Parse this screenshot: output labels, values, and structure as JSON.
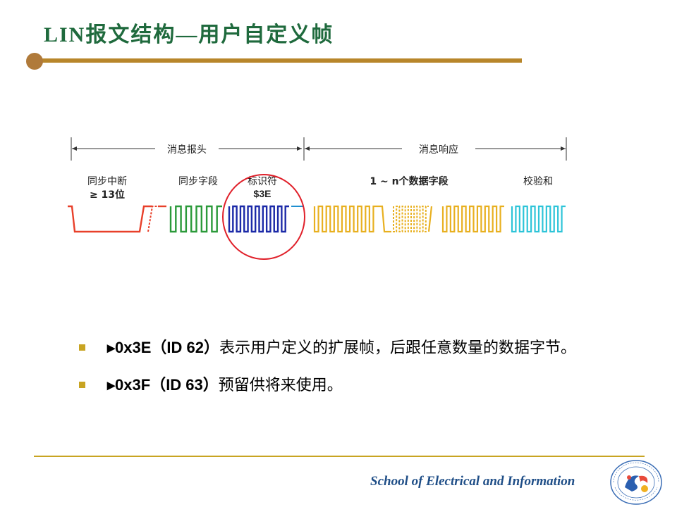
{
  "slide": {
    "title": "LIN报文结构—用户自定义帧"
  },
  "diagram": {
    "header_label": "消息报头",
    "response_label": "消息响应",
    "fields": {
      "break_line1": "同步中断",
      "break_line2": "≥ 13位",
      "sync": "同步字段",
      "id_line1": "标识符",
      "id_line2": "$3E",
      "data": "1 ~ n个数据字段",
      "checksum": "校验和"
    },
    "colors": {
      "break": "#e8402a",
      "sync": "#2b9a3a",
      "identifier": "#1c2aa8",
      "data": "#e8b020",
      "checksum": "#2ec4d8",
      "highlight": "#e0202a",
      "interbyte": "#1f8fd0"
    }
  },
  "bullets": [
    {
      "bold": "▸0x3E（ID 62）",
      "text": "表示用户定义的扩展帧，后跟任意数量的数据字节。"
    },
    {
      "bold": "▸0x3F（ID 63）",
      "text": "预留供将来使用。"
    }
  ],
  "footer": {
    "school": "School of Electrical and Information"
  },
  "colors": {
    "title": "#1f6a3d",
    "accent": "#c8a422",
    "rule": "#b8862a",
    "footer_text": "#1f4e87"
  }
}
